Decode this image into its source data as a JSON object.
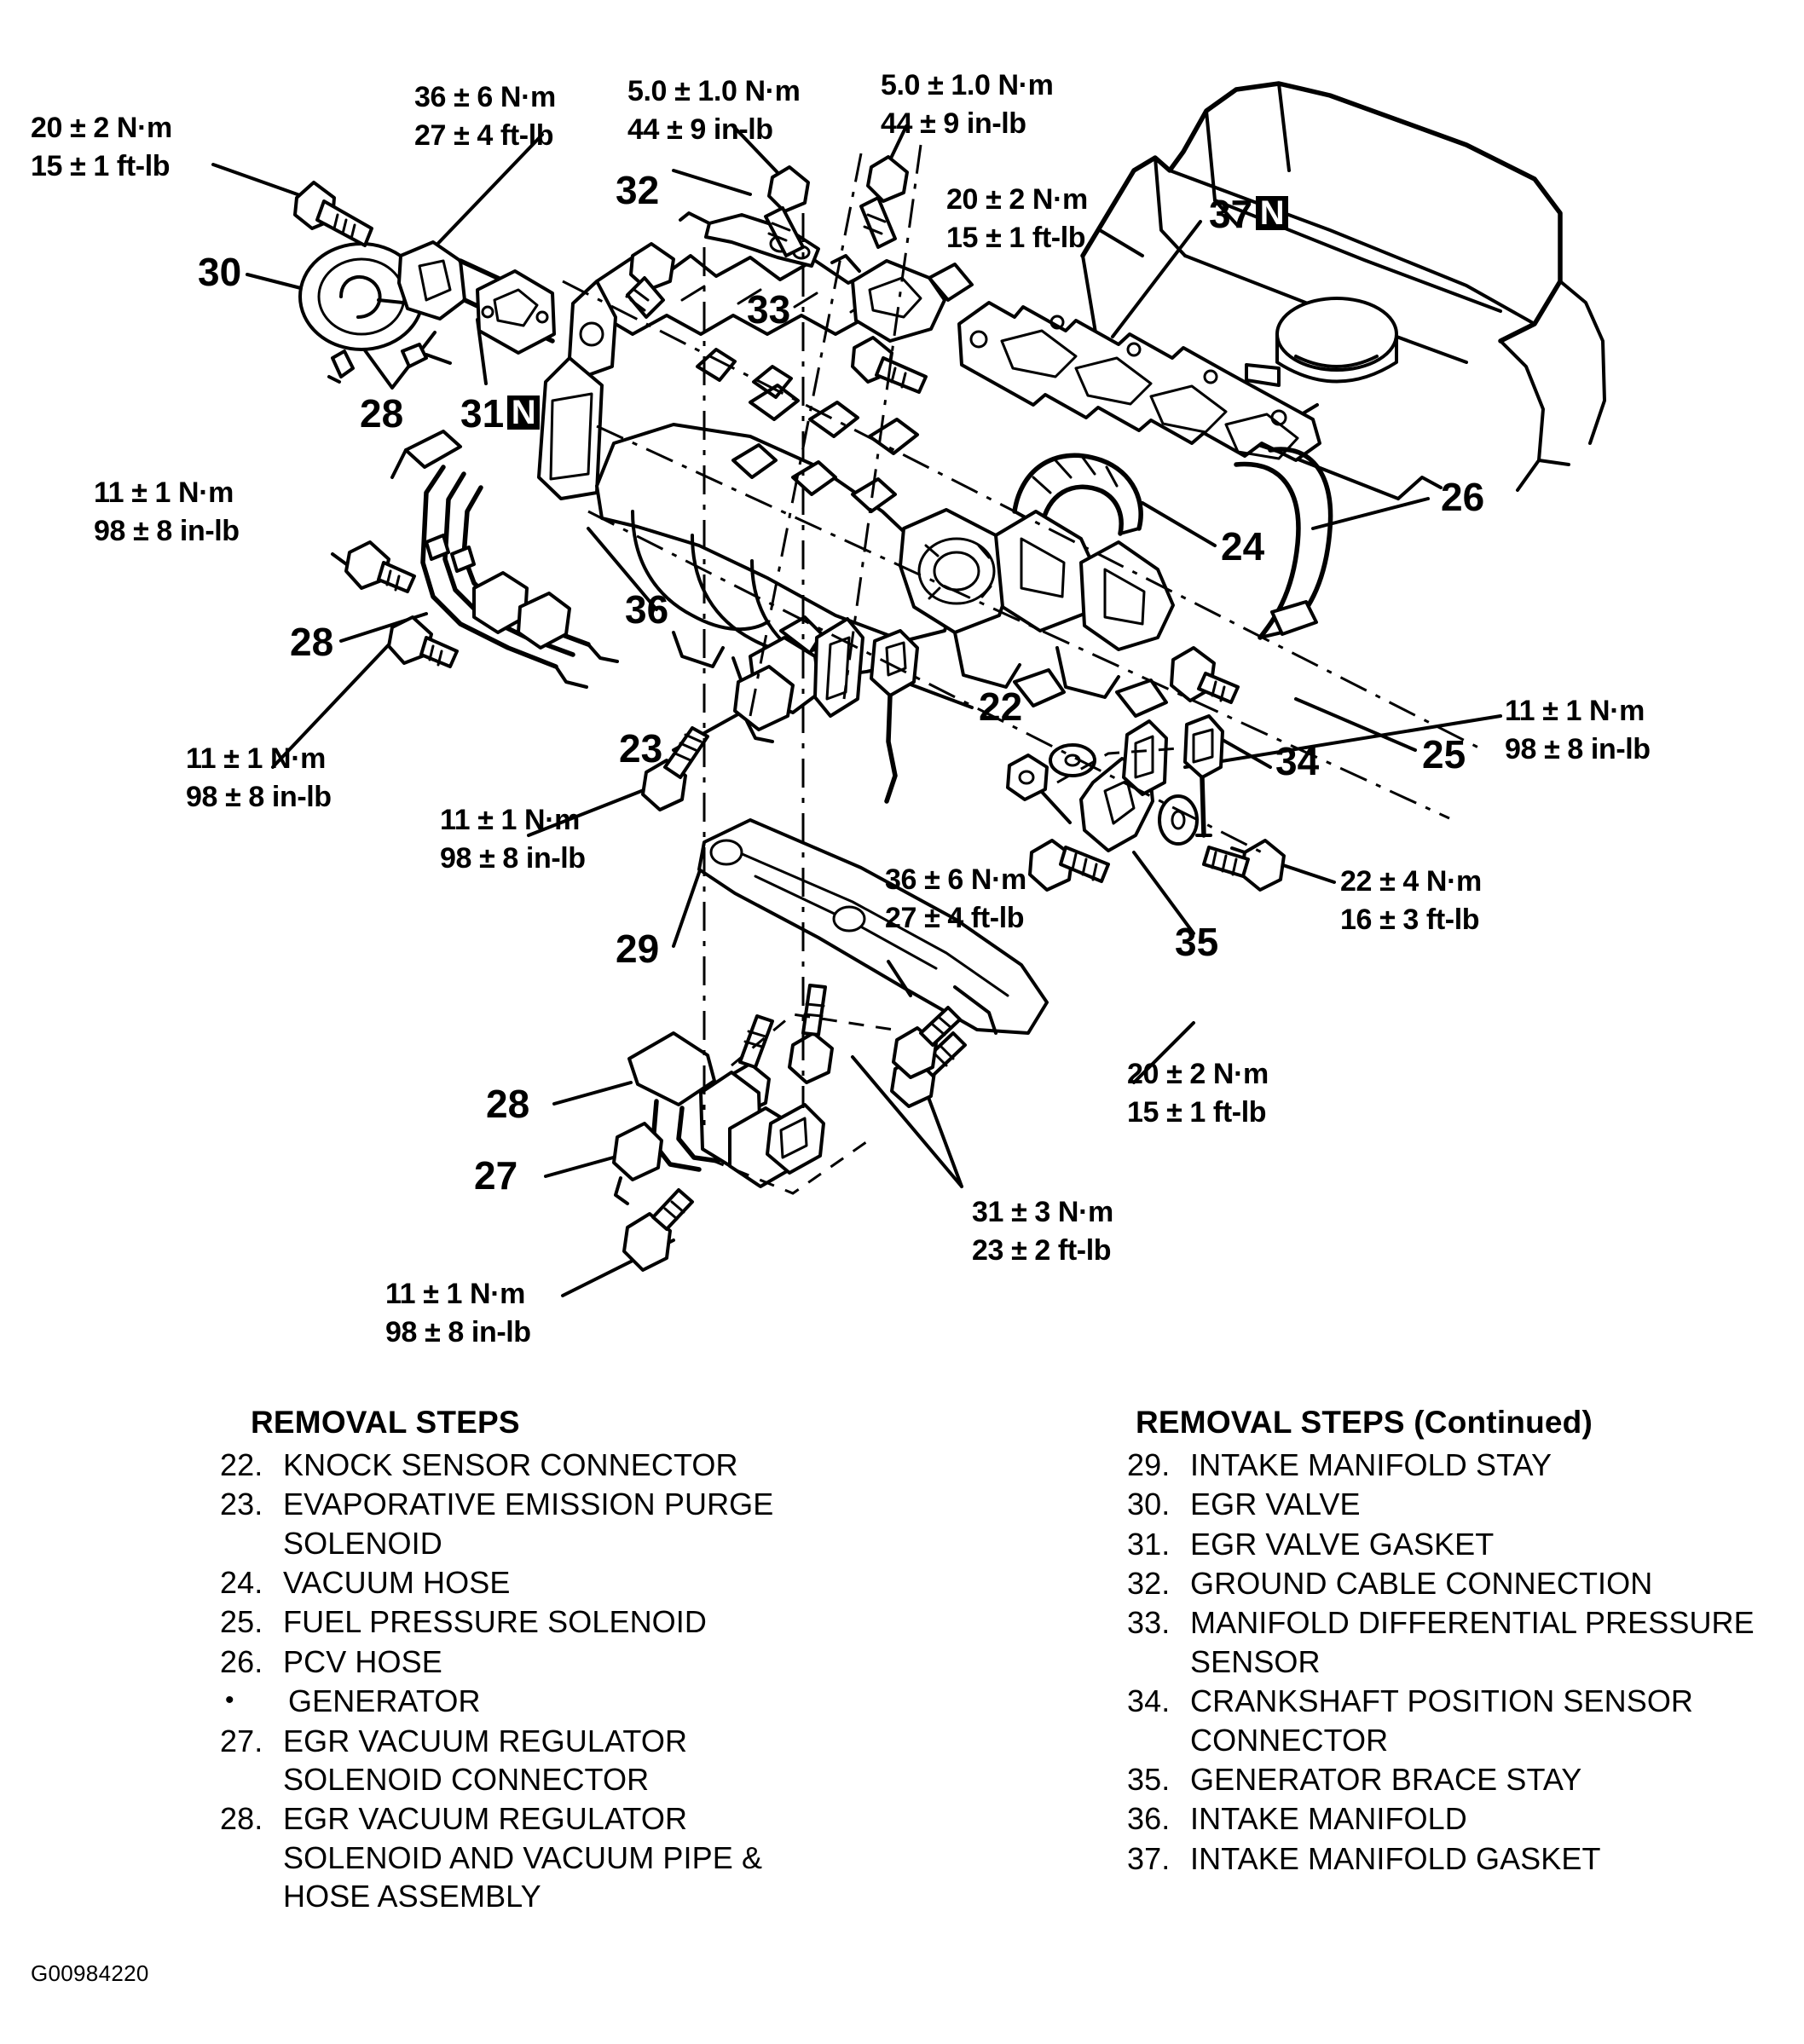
{
  "figure": {
    "id": "G00984220",
    "title": "Intake Manifold Exploded View"
  },
  "torque_specs": [
    {
      "id": "t-30-egr",
      "nm": "20 ± 2 N·m",
      "imperial": "15 ± 1 ft-lb"
    },
    {
      "id": "t-32-ground",
      "nm": "36 ± 6 N·m",
      "imperial": "27 ± 4 ft-lb"
    },
    {
      "id": "t-33-sensor",
      "nm": "5.0 ± 1.0 N·m",
      "imperial": "44 ± 9 in-lb"
    },
    {
      "id": "t-33b-sensor",
      "nm": "5.0 ± 1.0 N·m",
      "imperial": "44 ± 9 in-lb"
    },
    {
      "id": "t-37-gasket",
      "nm": "20 ± 2 N·m",
      "imperial": "15 ± 1 ft-lb"
    },
    {
      "id": "t-28-upper-left",
      "nm": "11 ± 1 N·m",
      "imperial": "98 ± 8 in-lb"
    },
    {
      "id": "t-28-lower-left",
      "nm": "11 ± 1 N·m",
      "imperial": "98 ± 8 in-lb"
    },
    {
      "id": "t-29-stay",
      "nm": "11 ± 1 N·m",
      "imperial": "98 ± 8 in-lb"
    },
    {
      "id": "t-25-solenoid",
      "nm": "11 ± 1 N·m",
      "imperial": "98 ± 8 in-lb"
    },
    {
      "id": "t-35-brace",
      "nm": "36 ± 6 N·m",
      "imperial": "27 ± 4 ft-lb"
    },
    {
      "id": "t-35-bolt",
      "nm": "22 ± 4 N·m",
      "imperial": "16 ± 3 ft-lb"
    },
    {
      "id": "t-35-lower",
      "nm": "20 ± 2 N·m",
      "imperial": "15 ± 1 ft-lb"
    },
    {
      "id": "t-stay-bolts",
      "nm": "31 ± 3 N·m",
      "imperial": "23 ± 2 ft-lb"
    },
    {
      "id": "t-27-connector",
      "nm": "11 ± 1 N·m",
      "imperial": "98 ± 8 in-lb"
    }
  ],
  "callouts": [
    {
      "id": "c30",
      "number": "30",
      "badge": ""
    },
    {
      "id": "c32",
      "number": "32",
      "badge": ""
    },
    {
      "id": "c33",
      "number": "33",
      "badge": ""
    },
    {
      "id": "c37",
      "number": "37",
      "badge": "N"
    },
    {
      "id": "c28a",
      "number": "28",
      "badge": ""
    },
    {
      "id": "c31",
      "number": "31",
      "badge": "N"
    },
    {
      "id": "c26",
      "number": "26",
      "badge": ""
    },
    {
      "id": "c24",
      "number": "24",
      "badge": ""
    },
    {
      "id": "c36",
      "number": "36",
      "badge": ""
    },
    {
      "id": "c28b",
      "number": "28",
      "badge": ""
    },
    {
      "id": "c22",
      "number": "22",
      "badge": ""
    },
    {
      "id": "c23",
      "number": "23",
      "badge": ""
    },
    {
      "id": "c25",
      "number": "25",
      "badge": ""
    },
    {
      "id": "c34",
      "number": "34",
      "badge": ""
    },
    {
      "id": "c29",
      "number": "29",
      "badge": ""
    },
    {
      "id": "c35",
      "number": "35",
      "badge": ""
    },
    {
      "id": "c28c",
      "number": "28",
      "badge": ""
    },
    {
      "id": "c27",
      "number": "27",
      "badge": ""
    }
  ],
  "removal_steps_left": {
    "heading": "REMOVAL STEPS",
    "items": [
      {
        "num": "22.",
        "text": "KNOCK SENSOR CONNECTOR"
      },
      {
        "num": "23.",
        "text": "EVAPORATIVE EMISSION PURGE SOLENOID"
      },
      {
        "num": "24.",
        "text": "VACUUM HOSE"
      },
      {
        "num": "25.",
        "text": "FUEL PRESSURE SOLENOID"
      },
      {
        "num": "26.",
        "text": "PCV HOSE"
      },
      {
        "num": "•",
        "text": "GENERATOR"
      },
      {
        "num": "27.",
        "text": "EGR VACUUM REGULATOR SOLENOID CONNECTOR"
      },
      {
        "num": "28.",
        "text": "EGR VACUUM REGULATOR SOLENOID AND VACUUM PIPE & HOSE ASSEMBLY"
      }
    ]
  },
  "removal_steps_right": {
    "heading": "REMOVAL STEPS (Continued)",
    "items": [
      {
        "num": "29.",
        "text": "INTAKE MANIFOLD STAY"
      },
      {
        "num": "30.",
        "text": "EGR VALVE"
      },
      {
        "num": "31.",
        "text": "EGR VALVE GASKET"
      },
      {
        "num": "32.",
        "text": "GROUND CABLE CONNECTION"
      },
      {
        "num": "33.",
        "text": "MANIFOLD DIFFERENTIAL PRESSURE SENSOR"
      },
      {
        "num": "34.",
        "text": "CRANKSHAFT POSITION SENSOR CONNECTOR"
      },
      {
        "num": "35.",
        "text": "GENERATOR BRACE STAY"
      },
      {
        "num": "36.",
        "text": "INTAKE MANIFOLD"
      },
      {
        "num": "37.",
        "text": "INTAKE MANIFOLD GASKET"
      }
    ]
  }
}
